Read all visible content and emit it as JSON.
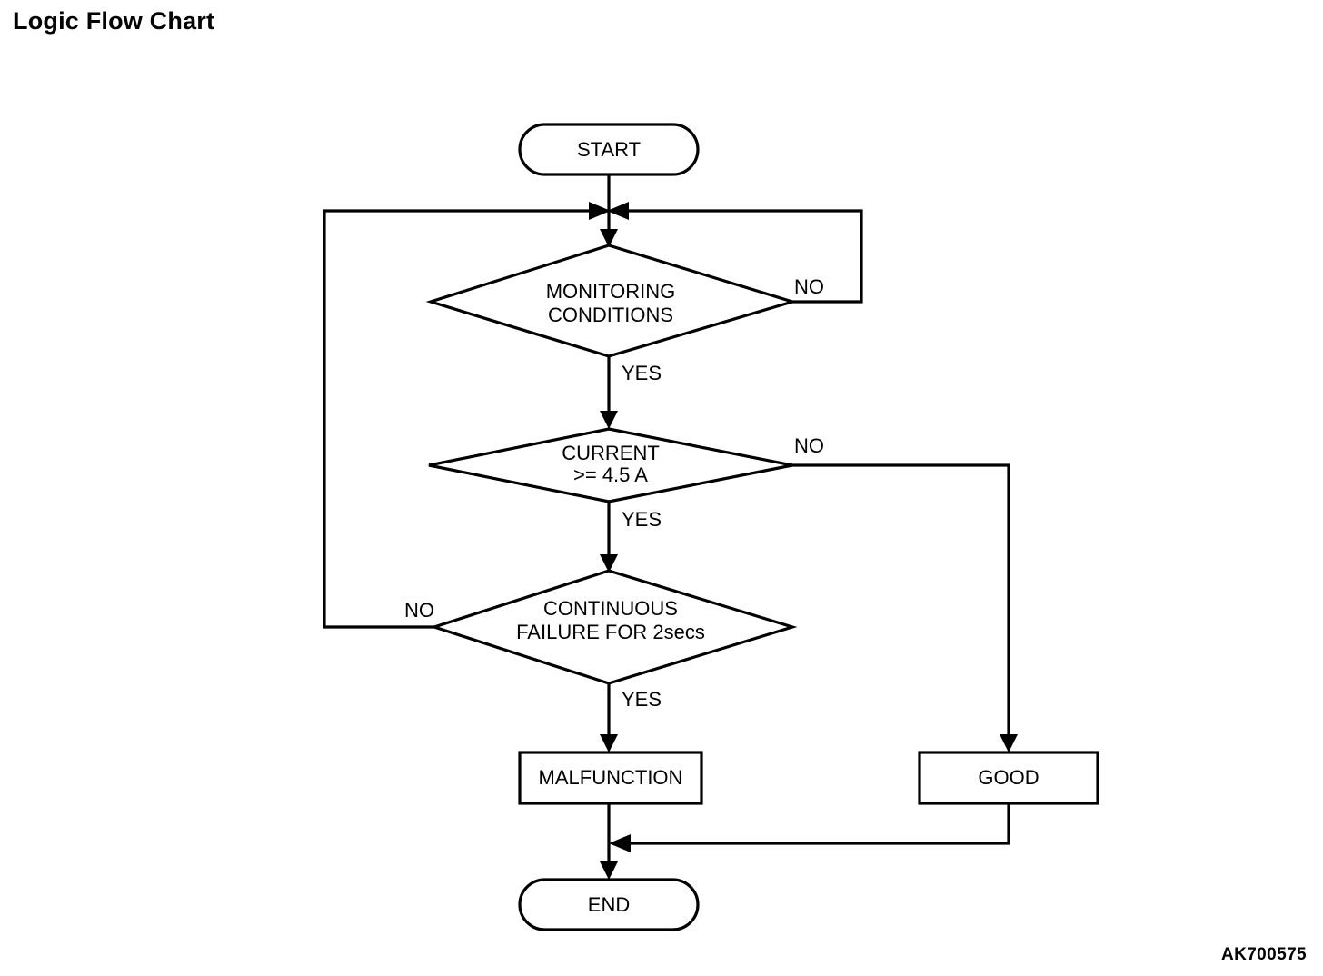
{
  "page": {
    "title": "Logic Flow Chart",
    "figure_code": "AK700575",
    "background_color": "#ffffff",
    "line_color": "#000000"
  },
  "chart_data": {
    "type": "diagram",
    "diagram_kind": "flowchart",
    "title": "Logic Flow Chart",
    "nodes": [
      {
        "id": "start",
        "shape": "terminator",
        "label": "START"
      },
      {
        "id": "monitoring",
        "shape": "decision",
        "label_line1": "MONITORING",
        "label_line2": "CONDITIONS"
      },
      {
        "id": "current",
        "shape": "decision",
        "label_line1": "CURRENT",
        "label_line2": ">= 4.5 A"
      },
      {
        "id": "continuous",
        "shape": "decision",
        "label_line1": "CONTINUOUS",
        "label_line2": "FAILURE FOR 2secs"
      },
      {
        "id": "malfunction",
        "shape": "process",
        "label": "MALFUNCTION"
      },
      {
        "id": "good",
        "shape": "process",
        "label": "GOOD"
      },
      {
        "id": "end",
        "shape": "terminator",
        "label": "END"
      }
    ],
    "edges": [
      {
        "from": "start",
        "to": "monitoring",
        "label": ""
      },
      {
        "from": "monitoring",
        "to": "current",
        "label": "YES"
      },
      {
        "from": "monitoring",
        "to": "monitoring",
        "label": "NO"
      },
      {
        "from": "current",
        "to": "continuous",
        "label": "YES"
      },
      {
        "from": "current",
        "to": "good",
        "label": "NO"
      },
      {
        "from": "continuous",
        "to": "malfunction",
        "label": "YES"
      },
      {
        "from": "continuous",
        "to": "monitoring",
        "label": "NO"
      },
      {
        "from": "malfunction",
        "to": "end",
        "label": ""
      },
      {
        "from": "good",
        "to": "end",
        "label": ""
      }
    ]
  },
  "nodes": {
    "start": {
      "label": "START"
    },
    "monitoring": {
      "line1": "MONITORING",
      "line2": "CONDITIONS"
    },
    "current": {
      "line1": "CURRENT",
      "line2": ">= 4.5 A"
    },
    "continuous": {
      "line1": "CONTINUOUS",
      "line2": "FAILURE FOR 2secs"
    },
    "malfunction": {
      "label": "MALFUNCTION"
    },
    "good": {
      "label": "GOOD"
    },
    "end": {
      "label": "END"
    }
  },
  "labels": {
    "monitoring_no": "NO",
    "monitoring_yes": "YES",
    "current_no": "NO",
    "current_yes": "YES",
    "continuous_no": "NO",
    "continuous_yes": "YES"
  }
}
